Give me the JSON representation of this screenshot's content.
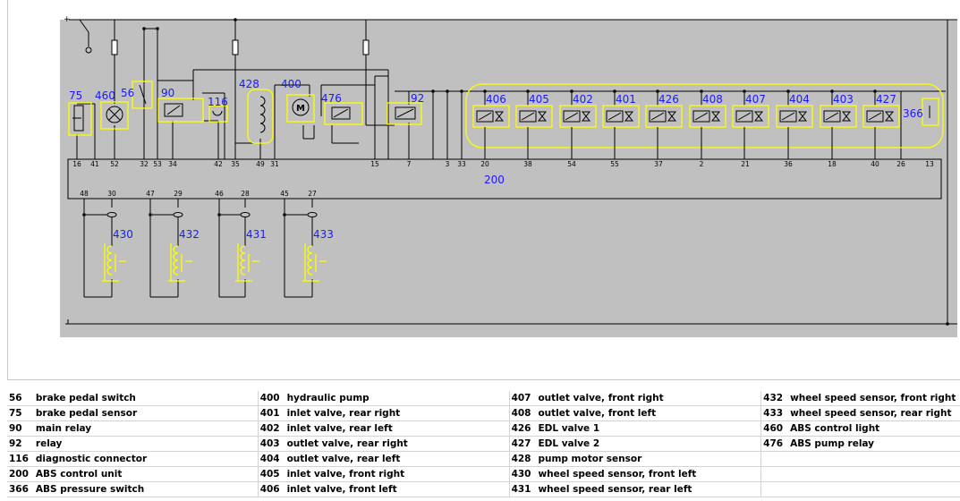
{
  "schematic": {
    "component_labels": {
      "c75": "75",
      "c460": "460",
      "c56": "56",
      "c90": "90",
      "c116": "116",
      "c428": "428",
      "c400": "400",
      "c476": "476",
      "c92": "92",
      "c406": "406",
      "c405": "405",
      "c402": "402",
      "c401": "401",
      "c426": "426",
      "c408": "408",
      "c407": "407",
      "c404": "404",
      "c403": "403",
      "c427": "427",
      "c366": "366",
      "c200": "200",
      "c430": "430",
      "c432": "432",
      "c431": "431",
      "c433": "433"
    },
    "motor_symbol": "M",
    "top_pins": [
      "16",
      "41",
      "52",
      "32",
      "53",
      "34",
      "42",
      "35",
      "49",
      "31",
      "15",
      "7",
      "3",
      "33",
      "20",
      "38",
      "54",
      "55",
      "37",
      "2",
      "21",
      "36",
      "18",
      "40",
      "26",
      "13"
    ],
    "bottom_pins": [
      "48",
      "30",
      "47",
      "29",
      "46",
      "28",
      "45",
      "27"
    ],
    "colors": {
      "background": "#c0c0c0",
      "wire": "#000000",
      "component": "#ffff00",
      "label": "#1a1aff"
    }
  },
  "legend": {
    "columns": [
      [
        {
          "num": "56",
          "desc": "brake pedal switch"
        },
        {
          "num": "75",
          "desc": "brake pedal sensor"
        },
        {
          "num": "90",
          "desc": "main relay"
        },
        {
          "num": "92",
          "desc": "relay"
        },
        {
          "num": "116",
          "desc": "diagnostic connector"
        },
        {
          "num": "200",
          "desc": "ABS control unit"
        },
        {
          "num": "366",
          "desc": "ABS pressure switch"
        }
      ],
      [
        {
          "num": "400",
          "desc": "hydraulic pump"
        },
        {
          "num": "401",
          "desc": "inlet valve, rear right"
        },
        {
          "num": "402",
          "desc": "inlet valve, rear left"
        },
        {
          "num": "403",
          "desc": "outlet valve, rear right"
        },
        {
          "num": "404",
          "desc": "outlet valve, rear left"
        },
        {
          "num": "405",
          "desc": "inlet valve, front right"
        },
        {
          "num": "406",
          "desc": "inlet valve, front left"
        }
      ],
      [
        {
          "num": "407",
          "desc": "outlet valve, front right"
        },
        {
          "num": "408",
          "desc": "outlet valve, front left"
        },
        {
          "num": "426",
          "desc": "EDL valve 1"
        },
        {
          "num": "427",
          "desc": "EDL valve 2"
        },
        {
          "num": "428",
          "desc": "pump motor sensor"
        },
        {
          "num": "430",
          "desc": "wheel speed sensor, front left"
        },
        {
          "num": "431",
          "desc": "wheel speed sensor, rear left"
        }
      ],
      [
        {
          "num": "432",
          "desc": "wheel speed sensor, front right"
        },
        {
          "num": "433",
          "desc": "wheel speed sensor, rear right"
        },
        {
          "num": "460",
          "desc": "ABS control light"
        },
        {
          "num": "476",
          "desc": "ABS pump relay"
        },
        {
          "num": "",
          "desc": ""
        },
        {
          "num": "",
          "desc": ""
        },
        {
          "num": "",
          "desc": ""
        }
      ]
    ]
  }
}
